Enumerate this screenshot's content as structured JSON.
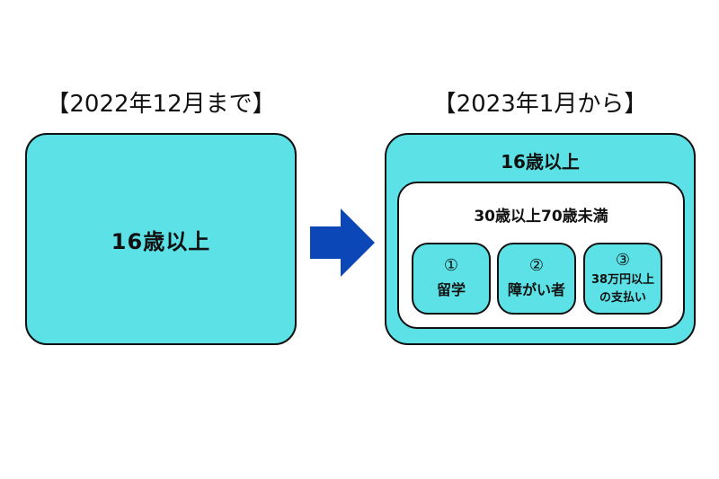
{
  "before": {
    "heading": "【2022年12月まで】",
    "label": "16歳以上"
  },
  "after": {
    "heading": "【2023年1月から】",
    "outer_label": "16歳以上",
    "inner_label": "30歳以上70歳未満",
    "conditions": [
      {
        "number": "①",
        "text": "留学"
      },
      {
        "number": "②",
        "text": "障がい者"
      },
      {
        "number": "③",
        "line1": "38万円以上",
        "line2": "の支払い"
      }
    ]
  },
  "colors": {
    "box_fill": "#5ce1e6",
    "arrow": "#0c47b7",
    "border": "#111111"
  },
  "icons": {
    "arrow": "right-arrow-icon"
  }
}
